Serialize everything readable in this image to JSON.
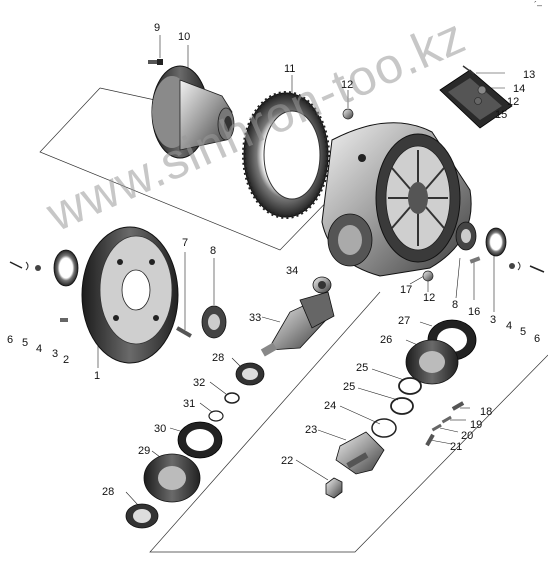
{
  "watermark": "www.sinhron-too.kz",
  "corner_mark": "´–",
  "callouts": [
    {
      "id": "9",
      "text": "9"
    },
    {
      "id": "10",
      "text": "10"
    },
    {
      "id": "11",
      "text": "11"
    },
    {
      "id": "12a",
      "text": "12"
    },
    {
      "id": "13",
      "text": "13"
    },
    {
      "id": "14",
      "text": "14"
    },
    {
      "id": "12b",
      "text": "12"
    },
    {
      "id": "15",
      "text": "15"
    },
    {
      "id": "6l",
      "text": "6"
    },
    {
      "id": "5l",
      "text": "5"
    },
    {
      "id": "4l",
      "text": "4"
    },
    {
      "id": "3l",
      "text": "3"
    },
    {
      "id": "2",
      "text": "2"
    },
    {
      "id": "1",
      "text": "1"
    },
    {
      "id": "7",
      "text": "7"
    },
    {
      "id": "8l",
      "text": "8"
    },
    {
      "id": "34",
      "text": "34"
    },
    {
      "id": "33",
      "text": "33"
    },
    {
      "id": "28a",
      "text": "28"
    },
    {
      "id": "32",
      "text": "32"
    },
    {
      "id": "31",
      "text": "31"
    },
    {
      "id": "30",
      "text": "30"
    },
    {
      "id": "29",
      "text": "29"
    },
    {
      "id": "28b",
      "text": "28"
    },
    {
      "id": "17",
      "text": "17"
    },
    {
      "id": "12c",
      "text": "12"
    },
    {
      "id": "8r",
      "text": "8"
    },
    {
      "id": "16",
      "text": "16"
    },
    {
      "id": "3r",
      "text": "3"
    },
    {
      "id": "4r",
      "text": "4"
    },
    {
      "id": "5r",
      "text": "5"
    },
    {
      "id": "6r",
      "text": "6"
    },
    {
      "id": "27",
      "text": "27"
    },
    {
      "id": "26",
      "text": "26"
    },
    {
      "id": "25a",
      "text": "25"
    },
    {
      "id": "25b",
      "text": "25"
    },
    {
      "id": "24",
      "text": "24"
    },
    {
      "id": "23",
      "text": "23"
    },
    {
      "id": "22",
      "text": "22"
    },
    {
      "id": "18",
      "text": "18"
    },
    {
      "id": "19",
      "text": "19"
    },
    {
      "id": "20",
      "text": "20"
    },
    {
      "id": "21",
      "text": "21"
    }
  ]
}
